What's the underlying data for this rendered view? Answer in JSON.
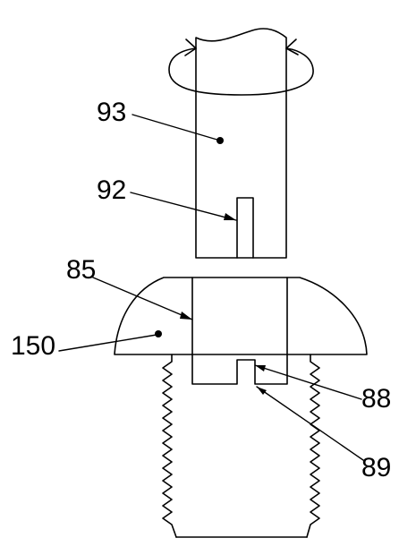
{
  "labels": {
    "driver_shaft": "93",
    "driver_tip": "92",
    "screw_slot": "85",
    "screw_head": "150",
    "slot_wall": "88",
    "slot_notch": "89"
  },
  "colors": {
    "stroke": "#000000",
    "background": "#ffffff"
  }
}
